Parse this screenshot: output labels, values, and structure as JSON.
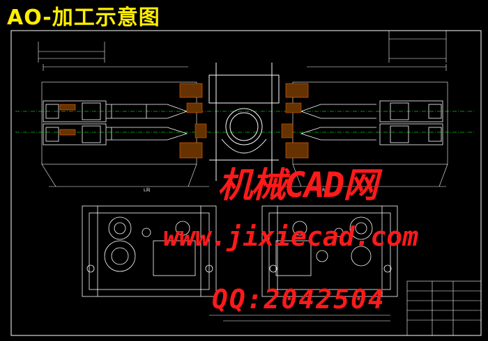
{
  "title": "AO-加工示意图",
  "watermark": {
    "brand": "机械CAD网",
    "url": "www.jixiecad.com",
    "qq": "QQ:2042504"
  },
  "view_labels": {
    "left": "L向",
    "right": "R向"
  },
  "colors": {
    "background": "#000000",
    "title": "#ffee00",
    "watermark": "#ff1a1a",
    "lines": "#ffffff",
    "centerline": "#00cc00",
    "hatch": "#ff6600"
  }
}
